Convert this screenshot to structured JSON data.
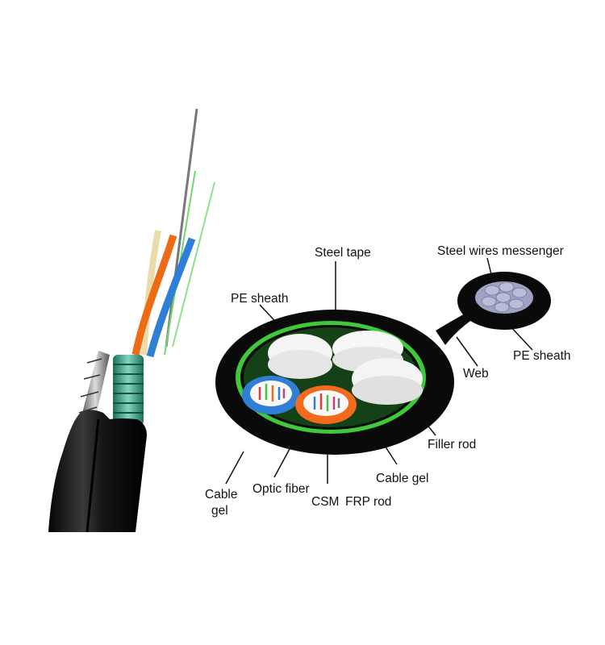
{
  "labels": {
    "steel_tape": "Steel tape",
    "steel_wires_messenger": "Steel wires messenger",
    "pe_sheath_outer": "PE  sheath",
    "pe_sheath_messenger": "PE sheath",
    "web": "Web",
    "filler_rod": "Filler rod",
    "cable_gel_right": "Cable gel",
    "cable_gel_left_1": "Cable",
    "cable_gel_left_2": "gel",
    "optic_fiber": "Optic fiber",
    "csm": "CSM",
    "frp_rod": "FRP rod"
  },
  "colors": {
    "sheath": "#0a0a0a",
    "steel_tape": "#3fc93a",
    "tube_blue": "#2f7fd6",
    "tube_orange": "#f26a1b",
    "filler": "#f4f4f4",
    "messenger_wires": "#9ea3c4",
    "armor": "#3aa88a"
  }
}
